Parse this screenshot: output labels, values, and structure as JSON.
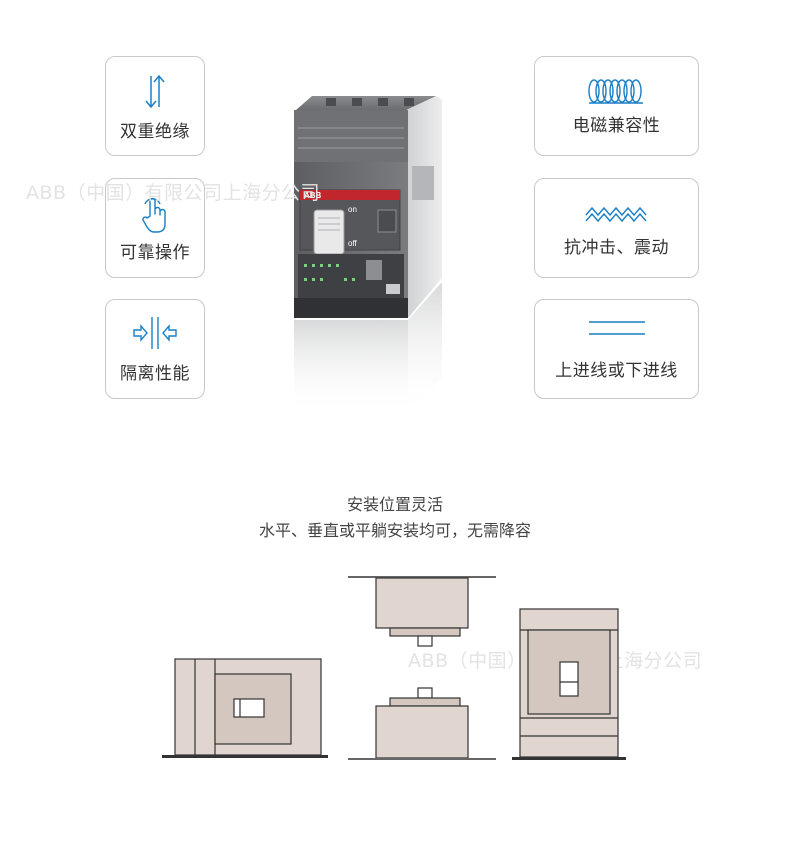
{
  "features_left": [
    {
      "label": "双重绝缘",
      "icon": "opposing-arrows-icon"
    },
    {
      "label": "可靠操作",
      "icon": "pointing-hand-icon"
    },
    {
      "label": "隔离性能",
      "icon": "isolation-arrows-icon"
    }
  ],
  "features_right": [
    {
      "label": "电磁兼容性",
      "icon": "coil-icon"
    },
    {
      "label": "抗冲击、震动",
      "icon": "zigzag-icon"
    },
    {
      "label": "上进线或下进线",
      "icon": "double-line-icon"
    }
  ],
  "watermark": {
    "text": "ABB（中国）有限公司上海分公司"
  },
  "product": {
    "brand": "ABB",
    "on_label": "on",
    "off_label": "off"
  },
  "install": {
    "title": "安装位置灵活",
    "subtitle": "水平、垂直或平躺安装均可，无需降容"
  },
  "colors": {
    "accent": "#1a7fc4",
    "diagram_fill": "#e0d6cf",
    "diagram_inner": "#d4c7bf",
    "border": "#c9c9c9"
  }
}
